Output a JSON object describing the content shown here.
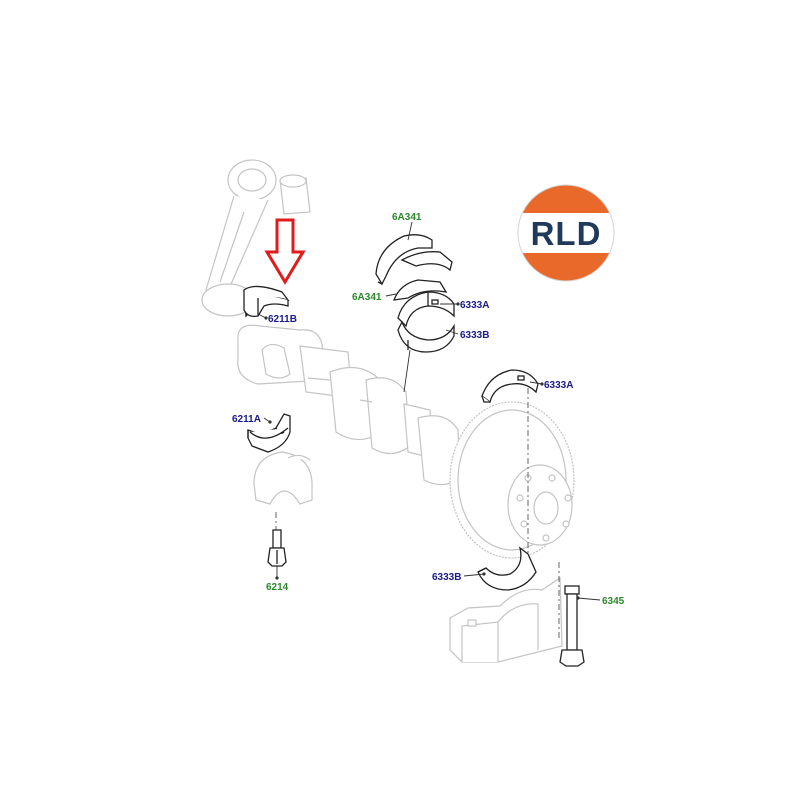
{
  "logo": {
    "text": "RLD",
    "colors": {
      "orange": "#e8692a",
      "white_band": "#ffffff",
      "text": "#1f3a5a"
    }
  },
  "highlight_arrow": {
    "color": "#e01b1b",
    "icon": "arrow-down-icon"
  },
  "colors": {
    "blue_label": "#1a1a8c",
    "green_label": "#2a8a2a"
  },
  "labels": {
    "rod_bearing_upper": "6211B",
    "rod_bearing_lower": "6211A",
    "rod_bolt": "6214",
    "thrust_washer_upper": "6A341",
    "thrust_washer_lower": "6A341",
    "main_bearing_upper_a": "6333A",
    "main_bearing_lower_b": "6333B",
    "main_bearing_upper_rear": "6333A",
    "main_bearing_lower_rear": "6333B",
    "main_cap_bolt": "6345"
  }
}
